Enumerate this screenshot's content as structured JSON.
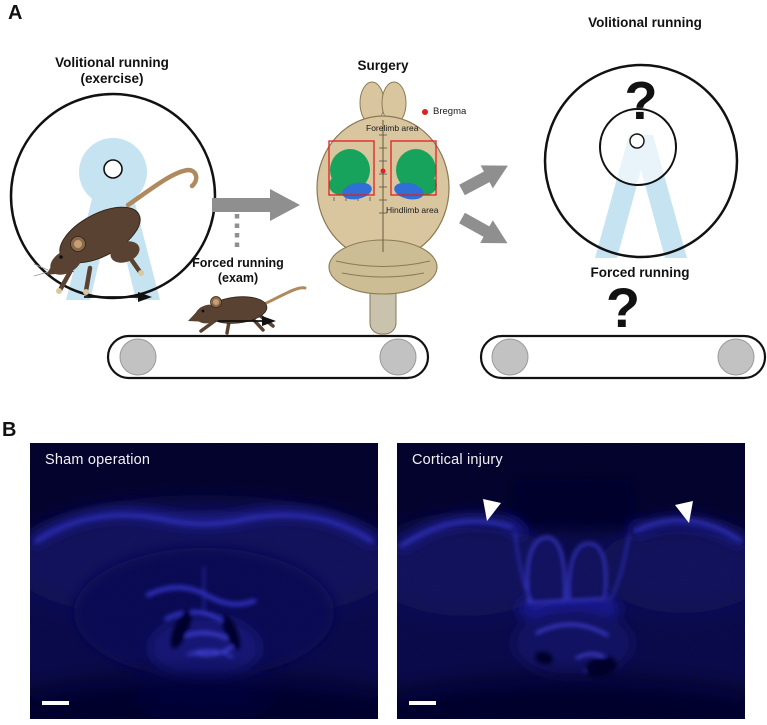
{
  "colors": {
    "arrow_gray": "#8f8f8f",
    "wheel_stand_blue": "#c6e3f2",
    "brain_tan": "#d9c69f",
    "forelimb_green": "#18a35c",
    "hindlimb_blue": "#2f6fd6",
    "marker_red": "#e01f1f",
    "mouse_brown": "#5a4232",
    "fluorescence_blue": "#3b3bbf",
    "micrograph_background": "#05040f"
  },
  "panel_a": {
    "label": "A",
    "wheel_exercise": {
      "title_line1": "Volitional running",
      "title_line2": "(exercise)"
    },
    "treadmill_exam": {
      "title_line1": "Forced running",
      "title_line2": "(exam)"
    },
    "surgery": {
      "title": "Surgery",
      "bregma_label": "Bregma",
      "forelimb_label": "Forelimb area",
      "hindlimb_label": "Hindlimb area"
    },
    "outcomes": {
      "volitional_title": "Volitional running",
      "volitional_question_mark": "?",
      "forced_title": "Forced running",
      "forced_question_mark": "?"
    }
  },
  "panel_b": {
    "label": "B",
    "sham_image_label": "Sham operation",
    "injury_image_label": "Cortical injury"
  }
}
